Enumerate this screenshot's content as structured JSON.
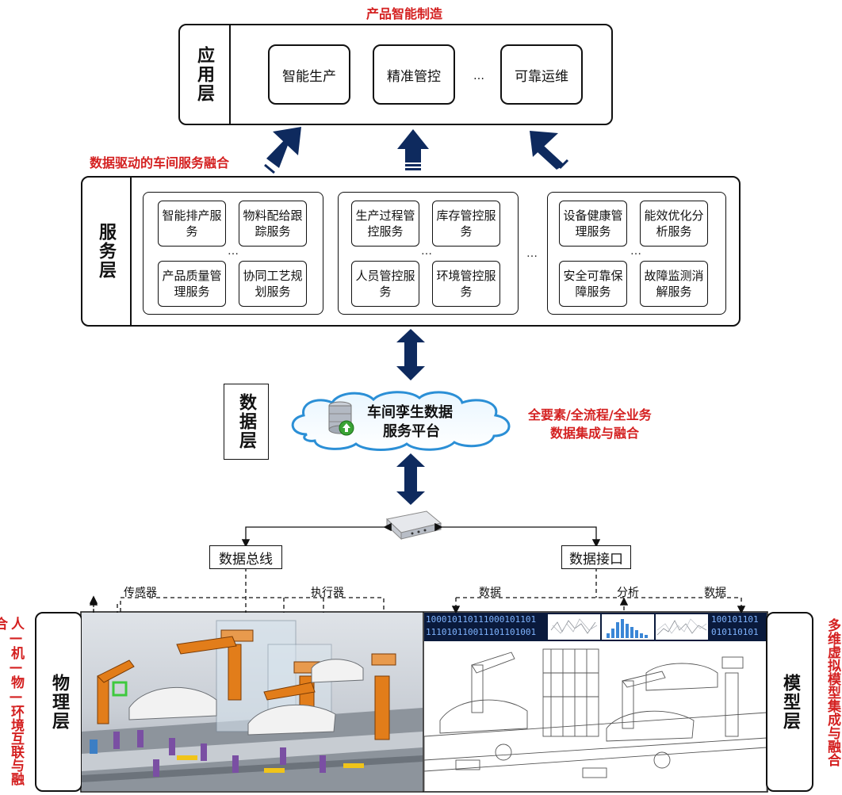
{
  "application": {
    "top_label": "产品智能制造",
    "layer_name": "应用层",
    "items": [
      "智能生产",
      "精准管控",
      "…",
      "可靠运维"
    ]
  },
  "service_fusion_label": "数据驱动的车间服务融合",
  "service": {
    "layer_name": "服务层",
    "groups": [
      {
        "items": [
          "智能排产服务",
          "物料配给跟踪服务",
          "产品质量管理服务",
          "协同工艺规划服务"
        ],
        "ellipsis": "…"
      },
      {
        "items": [
          "生产过程管控服务",
          "库存管控服务",
          "人员管控服务",
          "环境管控服务"
        ],
        "ellipsis": "…"
      },
      {
        "items": [
          "设备健康管理服务",
          "能效优化分析服务",
          "安全可靠保障服务",
          "故障监测消解服务"
        ],
        "ellipsis": "…"
      }
    ],
    "between_groups": "…"
  },
  "data": {
    "layer_name": "数据层",
    "platform_title": "车间孪生数据",
    "platform_subtitle": "服务平台",
    "integration_line1": "全要素/全流程/全业务",
    "integration_line2": "数据集成与融合"
  },
  "connectivity": {
    "bus": "数据总线",
    "interface": "数据接口",
    "sensor": "传感器",
    "actuator": "执行器",
    "data_left": "数据",
    "analysis": "分析",
    "data_right": "数据"
  },
  "physical": {
    "layer_name": "物理层",
    "side_label": "人—机—物—环境互联与融合"
  },
  "model": {
    "layer_name": "模型层",
    "side_label": "多维虚拟模型集成与融合",
    "binary_left": [
      "100010110111000101101",
      "111010110011101101001"
    ],
    "binary_right": [
      "100101101",
      "010110101"
    ]
  },
  "colors": {
    "accent_red": "#d42020",
    "arrow_navy": "#0e2a5e",
    "cloud_blue": "#2b8fd6"
  }
}
